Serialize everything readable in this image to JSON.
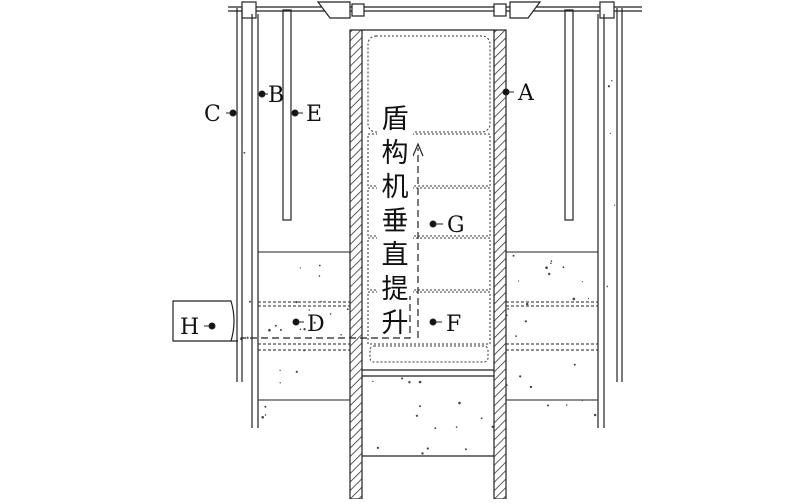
{
  "diagram": {
    "vertical_text": [
      "盾",
      "构",
      "机",
      "垂",
      "直",
      "提",
      "升"
    ],
    "labels": {
      "A": "A",
      "B": "B",
      "C": "C",
      "D": "D",
      "E": "E",
      "F": "F",
      "G": "G",
      "H": "H"
    },
    "colors": {
      "line": "#222222",
      "hatch": "#333333",
      "background": "#ffffff"
    }
  }
}
